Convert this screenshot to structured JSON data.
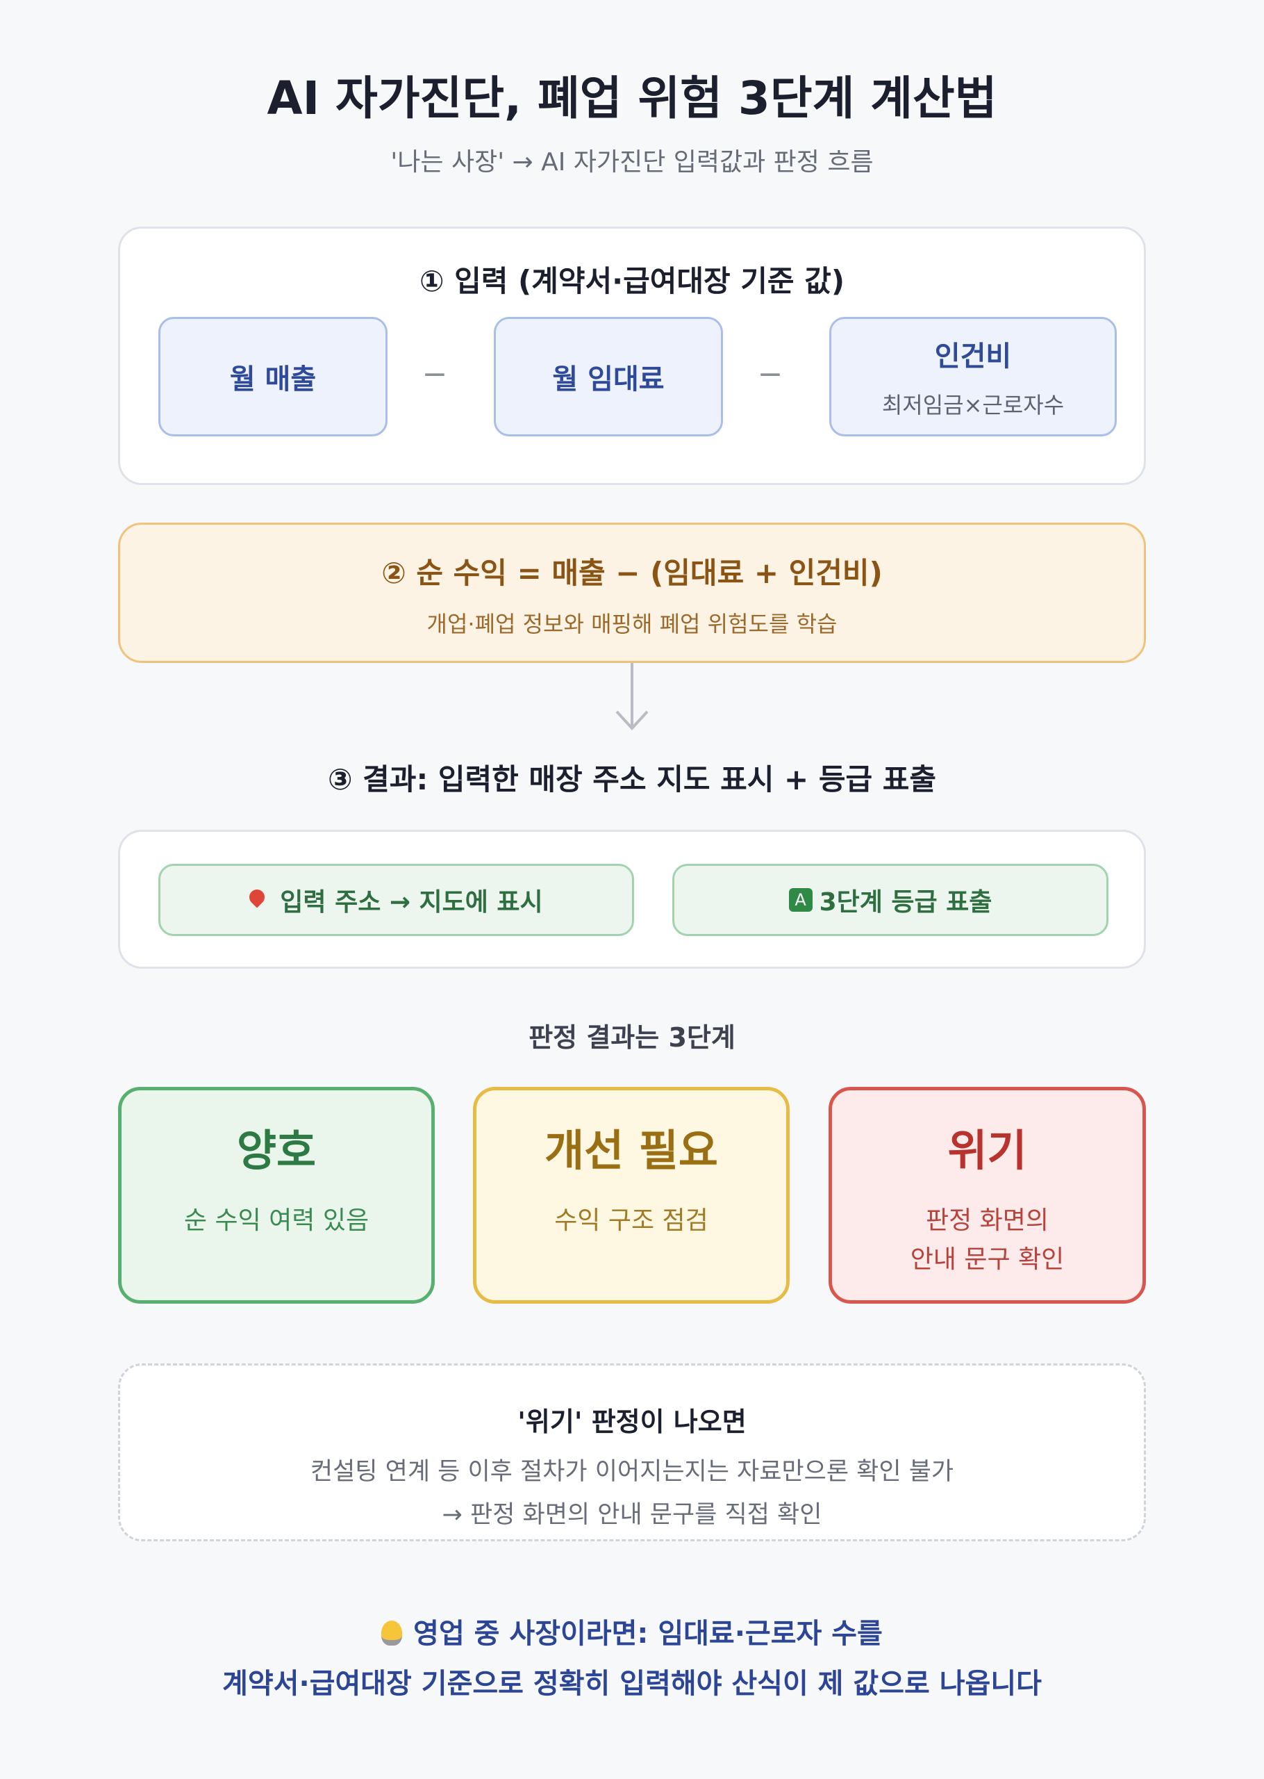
{
  "title": "AI 자가진단, 폐업 위험 3단계 계산법",
  "subtitle": "'나는 사장' → AI 자가진단 입력값과 판정 흐름",
  "input_section": {
    "heading": "① 입력 (계약서·급여대장 기준 값)",
    "items": [
      {
        "label": "월 매출"
      },
      {
        "label": "월 임대료"
      },
      {
        "label": "인건비",
        "sub": "최저임금×근로자수"
      }
    ],
    "operators": [
      "−",
      "−"
    ]
  },
  "profit_section": {
    "heading": "② 순 수익 = 매출 − (임대료 + 인건비)",
    "sub": "개업·폐업 정보와 매핑해 폐업 위험도를 학습"
  },
  "result_section": {
    "heading": "③ 결과: 입력한 매장 주소 지도 표시 + 등급 표출",
    "chips": [
      {
        "icon": "map-pin-icon",
        "label": "입력 주소 → 지도에 표시"
      },
      {
        "icon": "letter-a-badge-icon",
        "icon_text": "A",
        "label": "3단계 등급 표출"
      }
    ]
  },
  "grades": {
    "heading": "판정 결과는 3단계",
    "items": [
      {
        "name": "양호",
        "desc": [
          "순 수익 여력 있음"
        ],
        "color": "#57b070"
      },
      {
        "name": "개선 필요",
        "desc": [
          "수익 구조 점검"
        ],
        "color": "#e6bc45"
      },
      {
        "name": "위기",
        "desc": [
          "판정 화면의",
          "안내 문구 확인"
        ],
        "color": "#d9564f"
      }
    ]
  },
  "note": {
    "heading": "'위기' 판정이 나오면",
    "line1": "컨설팅 연계 등 이후 절차가 이어지는지는 자료만으론 확인 불가",
    "line2": "→ 판정 화면의 안내 문구를 직접 확인"
  },
  "tip": {
    "icon": "lightbulb-icon",
    "line1": "영업 중 사장이라면: 임대료·근로자 수를",
    "line2": "계약서·급여대장 기준으로 정확히 입력해야 산식이 제 값으로 나옵니다"
  }
}
